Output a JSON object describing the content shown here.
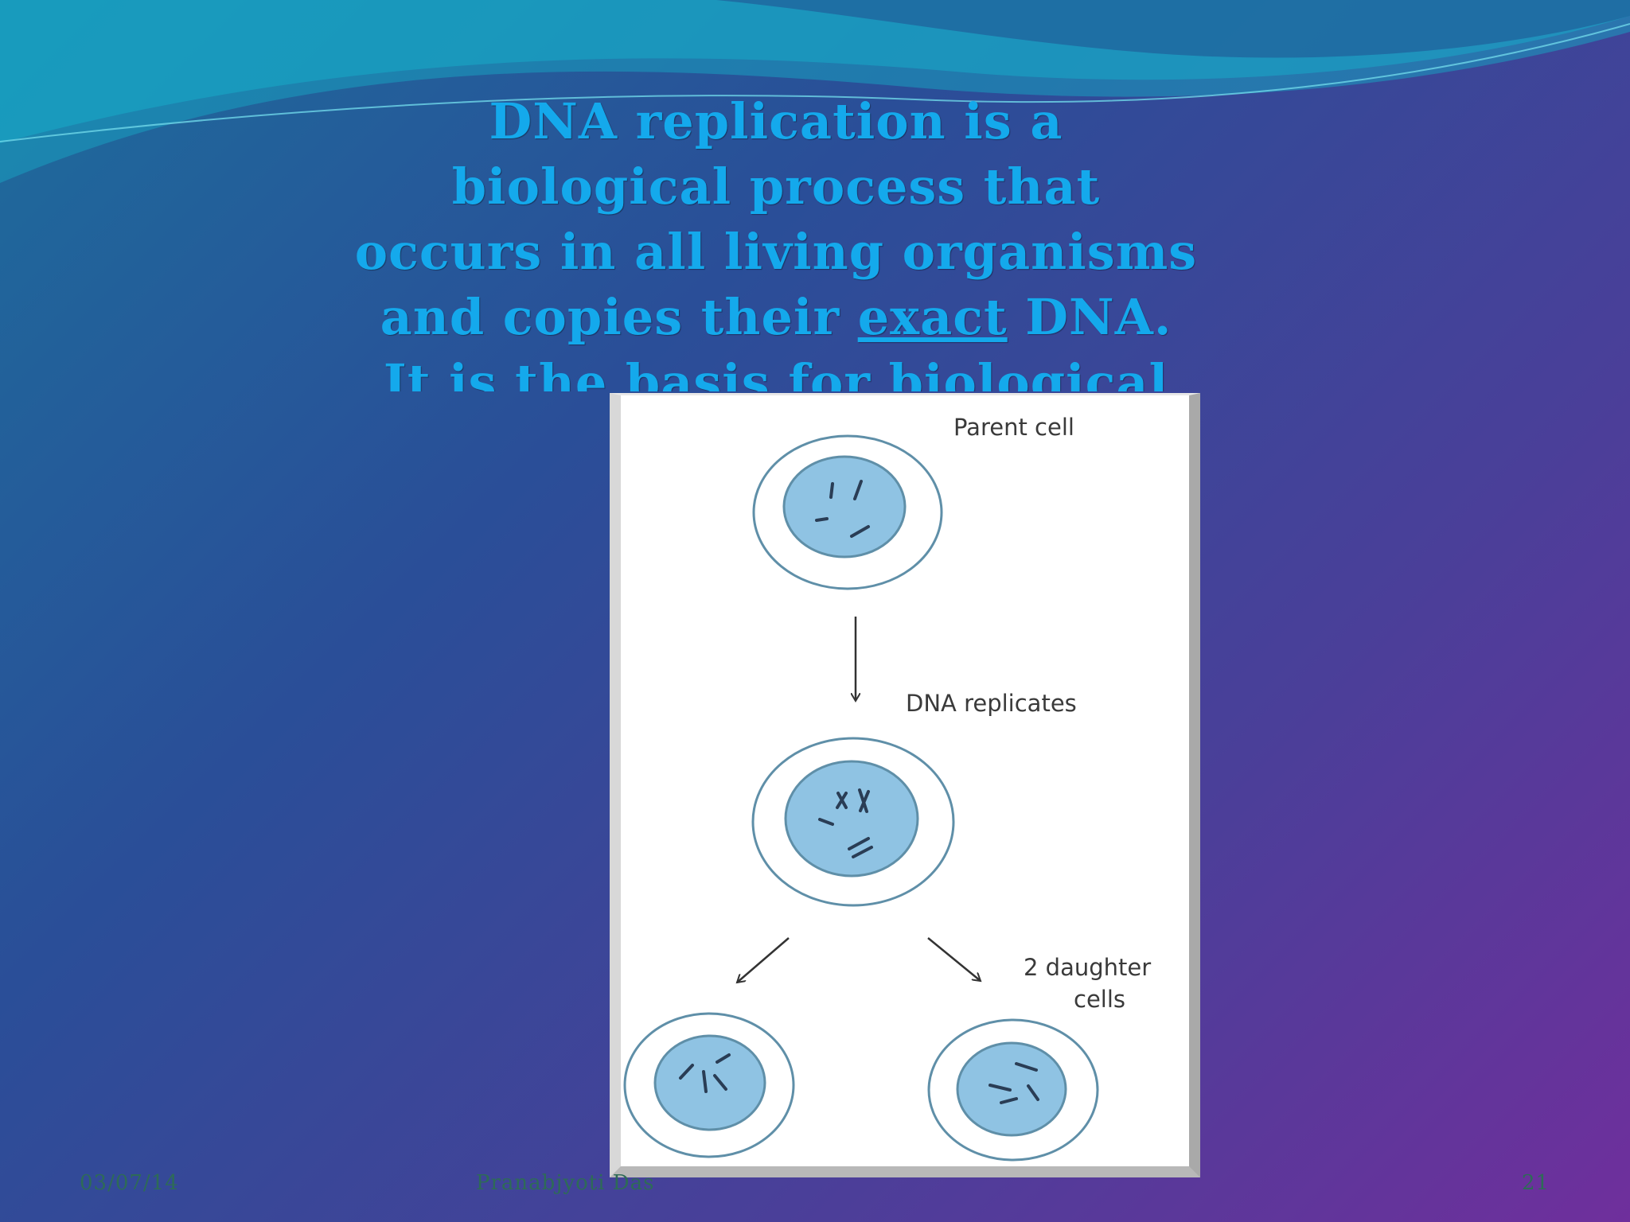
{
  "slide": {
    "title_before": "DNA replication is a biological process that occurs in all living organisms and copies their ",
    "title_underlined": "exact",
    "title_after": " DNA. It is the basis for biological inheritance."
  },
  "figure": {
    "label_parent": "Parent cell",
    "label_replicates": "DNA replicates",
    "label_daughter_line1": "2 daughter",
    "label_daughter_line2": "cells"
  },
  "footer": {
    "date": "03/07/14",
    "author": "Pranabjyoti Das",
    "page": "21"
  },
  "colors": {
    "title_text": "#14a9ec",
    "cell_nucleus": "#8fc3e3",
    "cell_outline": "#5f8fa8",
    "footer_text": "#2e6b57"
  }
}
